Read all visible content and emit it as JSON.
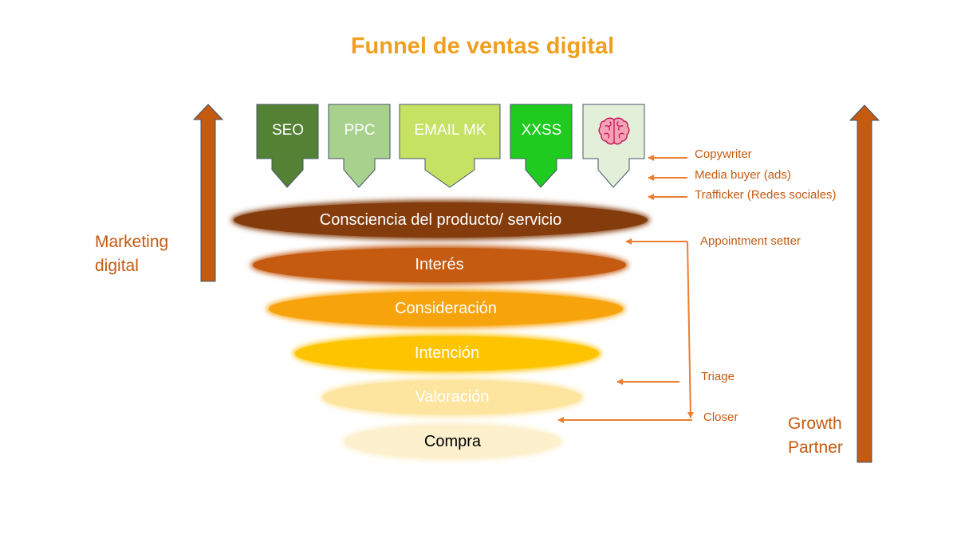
{
  "title": "Funnel de ventas digital",
  "left_label": [
    "Marketing",
    "digital"
  ],
  "right_label": [
    "Growth",
    "Partner"
  ],
  "channels": [
    {
      "label": "SEO",
      "fill": "#548235"
    },
    {
      "label": "PPC",
      "fill": "#a9d18e"
    },
    {
      "label": "EMAIL MK",
      "fill": "#c5e263"
    },
    {
      "label": "XXSS",
      "fill": "#1ecb1e"
    },
    {
      "label": "",
      "icon": "brain-icon",
      "fill": "#e2f0d9"
    }
  ],
  "stages": [
    {
      "label": "Consciencia del producto/ servicio",
      "color": "#843c0c",
      "text_color": "#ffffff"
    },
    {
      "label": "Interés",
      "color": "#c55a11",
      "text_color": "#ffffff"
    },
    {
      "label": "Consideración",
      "color": "#f7a30c",
      "text_color": "#ffffff"
    },
    {
      "label": "Intención",
      "color": "#fec400",
      "text_color": "#ffffff"
    },
    {
      "label": "Valoración",
      "color": "#fde59f",
      "text_color": "#ffffff"
    },
    {
      "label": "Compra",
      "color": "#fdf0cd",
      "text_color": "#000000"
    }
  ],
  "roles": [
    "Copywriter",
    "Media buyer (ads)",
    "Trafficker (Redes sociales)",
    "Appointment setter",
    "Triage",
    "Closer"
  ],
  "colors": {
    "accent": "#c55a11",
    "title": "#f0a020",
    "arrow_outline": "#44546a"
  }
}
